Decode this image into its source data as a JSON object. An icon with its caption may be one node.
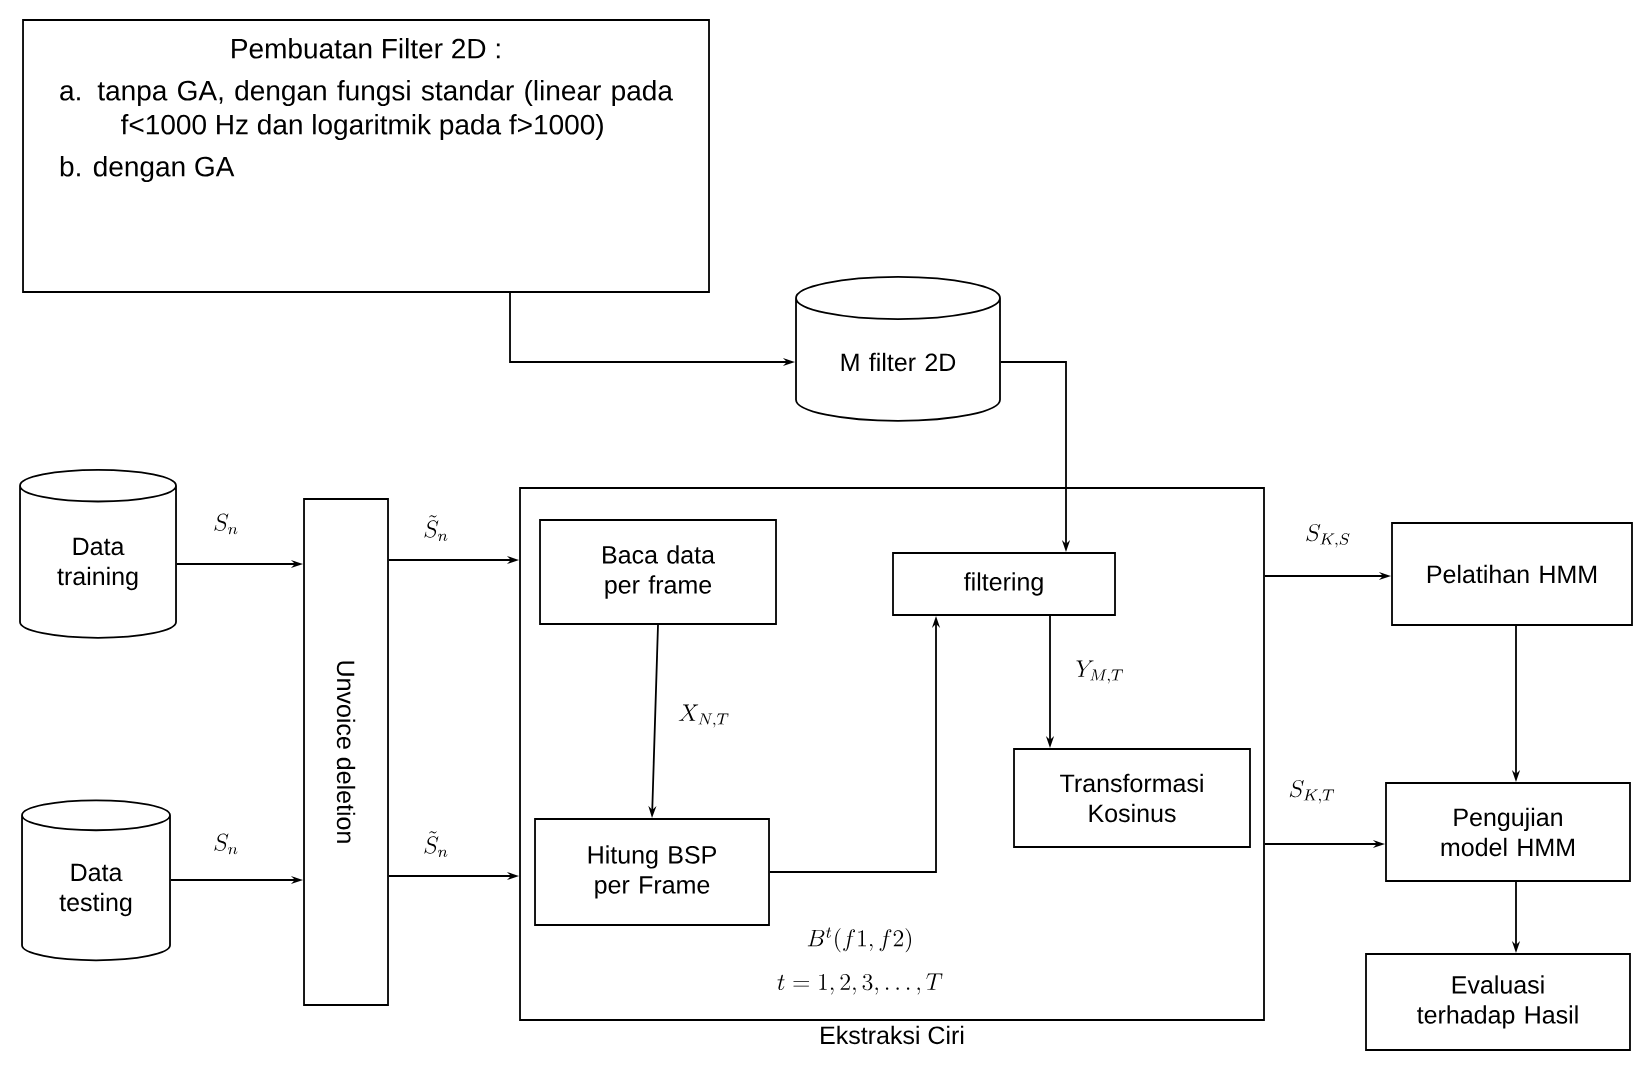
{
  "diagram": {
    "nodes": [
      {
        "text": [
          "Pembuatan Filter 2D :",
          "a. tanpa GA, dengan fungsi standar (linear pada f<1000 Hz dan logaritmik pada f>1000)",
          "b. dengan GA"
        ]
      },
      {
        "text": [
          "M filter 2D"
        ]
      },
      {
        "text": [
          "Data training"
        ]
      },
      {
        "text": [
          "Data testing"
        ]
      },
      {
        "text": [
          "Unvoice deletion"
        ]
      },
      {
        "text": [
          "Ekstraksi Ciri"
        ]
      },
      {
        "text": [
          "Baca data per frame"
        ],
        "in": 5
      },
      {
        "text": [
          "Hitung BSP per Frame"
        ],
        "in": 5
      },
      {
        "text": [
          "filtering"
        ],
        "in": 5
      },
      {
        "text": [
          "Transformasi Kosinus"
        ],
        "in": 5
      },
      {
        "text": [
          "Pelatihan HMM"
        ]
      },
      {
        "text": [
          "Pengujian model HMM"
        ]
      },
      {
        "text": [
          "Evaluasi terhadap Hasil"
        ]
      }
    ],
    "edges": [
      {
        "from": 0,
        "to": 1,
        "arrow": "to"
      },
      {
        "from": 1,
        "to": 8,
        "arrow": "to"
      },
      {
        "from": 2,
        "to": 4,
        "arrow": "to",
        "label": "S_{n}"
      },
      {
        "from": 3,
        "to": 4,
        "arrow": "to",
        "label": "S_{n}"
      },
      {
        "from": 4,
        "to": 5,
        "arrow": "to",
        "label": "\\tilde{S}_{n}"
      },
      {
        "from": 4,
        "to": 5,
        "arrow": "to",
        "label": "\\tilde{S}_{n}"
      },
      {
        "from": 6,
        "to": 7,
        "arrow": "to",
        "label": "X_{N,T}"
      },
      {
        "from": 7,
        "to": 8,
        "arrow": "to",
        "label": "B^{t}(f1,f2)"
      },
      {
        "from": 8,
        "to": 9,
        "arrow": "to",
        "label": "Y_{M,T}"
      },
      {
        "from": 5,
        "to": 10,
        "arrow": "to",
        "label": "S_{K,S}"
      },
      {
        "from": 5,
        "to": 11,
        "arrow": "to",
        "label": "S_{K,T}"
      },
      {
        "from": 10,
        "to": 11,
        "arrow": "to"
      },
      {
        "from": 11,
        "to": 12,
        "arrow": "to"
      }
    ],
    "labels": [
      "t = 1,2,3,\\ldots,T"
    ]
  }
}
